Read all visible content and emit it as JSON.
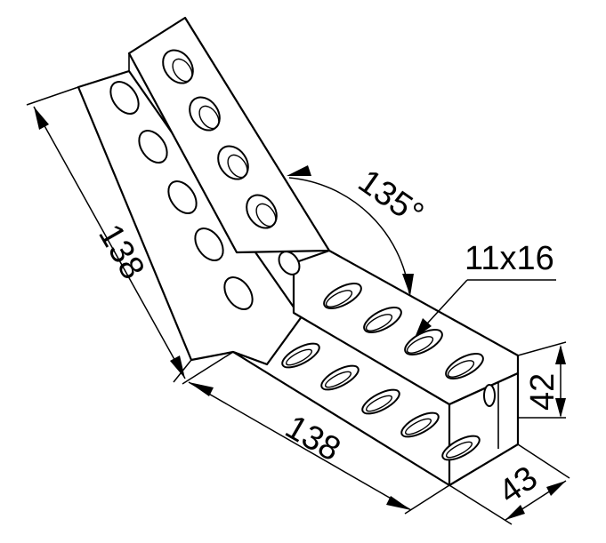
{
  "dimensions": {
    "vertical_length": "138",
    "horizontal_length": "138",
    "angle": "135°",
    "slot_size": "11x16",
    "height": "42",
    "width": "43"
  }
}
